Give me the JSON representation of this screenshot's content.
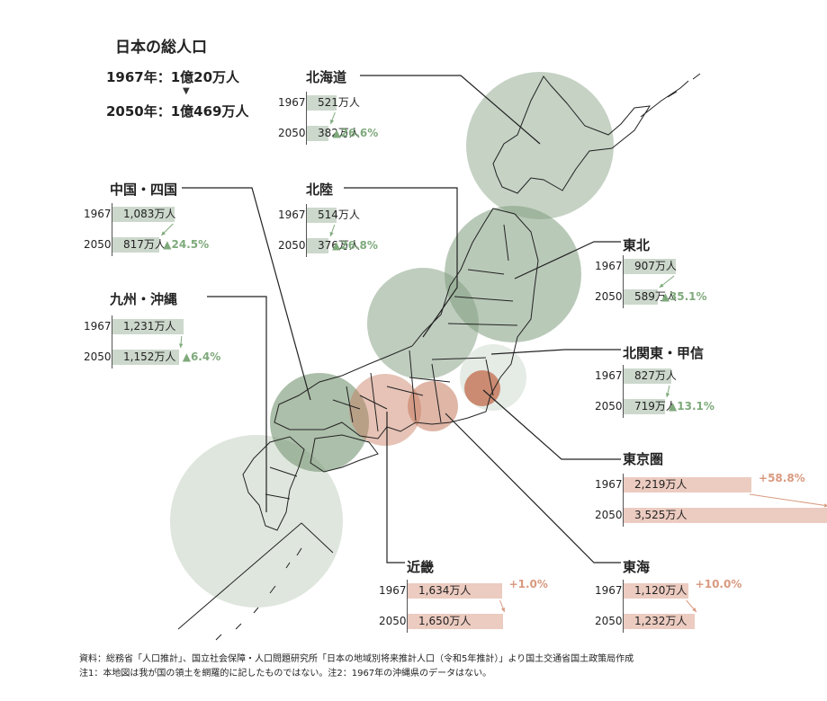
{
  "header": {
    "title": "日本の総人口",
    "total_1967": "1967年：1億20万人",
    "total_2050": "2050年：1億469万人"
  },
  "chart_data": {
    "type": "bar",
    "title": "日本の総人口",
    "unit": "万人",
    "years": [
      "1967",
      "2050"
    ],
    "regions": [
      {
        "key": "hokkaido",
        "name": "北海道",
        "v1967": 521,
        "v2050": 382,
        "label1967": "521万人",
        "label2050": "382万人",
        "change": "▲26.6%",
        "trend": "down"
      },
      {
        "key": "hokuriku",
        "name": "北陸",
        "v1967": 514,
        "v2050": 376,
        "label1967": "514万人",
        "label2050": "376万人",
        "change": "▲26.8%",
        "trend": "down"
      },
      {
        "key": "chugoku",
        "name": "中国・四国",
        "v1967": 1083,
        "v2050": 817,
        "label1967": "1,083万人",
        "label2050": "817万人",
        "change": "▲24.5%",
        "trend": "down"
      },
      {
        "key": "kyushu",
        "name": "九州・沖縄",
        "v1967": 1231,
        "v2050": 1152,
        "label1967": "1,231万人",
        "label2050": "1,152万人",
        "change": "▲6.4%",
        "trend": "down"
      },
      {
        "key": "tohoku",
        "name": "東北",
        "v1967": 907,
        "v2050": 589,
        "label1967": "907万人",
        "label2050": "589万人",
        "change": "▲35.1%",
        "trend": "down"
      },
      {
        "key": "kitakanto",
        "name": "北関東・甲信",
        "v1967": 827,
        "v2050": 719,
        "label1967": "827万人",
        "label2050": "719万人",
        "change": "▲13.1%",
        "trend": "down"
      },
      {
        "key": "tokyo",
        "name": "東京圏",
        "v1967": 2219,
        "v2050": 3525,
        "label1967": "2,219万人",
        "label2050": "3,525万人",
        "change": "+58.8%",
        "trend": "up"
      },
      {
        "key": "kinki",
        "name": "近畿",
        "v1967": 1634,
        "v2050": 1650,
        "label1967": "1,634万人",
        "label2050": "1,650万人",
        "change": "+1.0%",
        "trend": "up"
      },
      {
        "key": "tokai",
        "name": "東海",
        "v1967": 1120,
        "v2050": 1232,
        "label1967": "1,120万人",
        "label2050": "1,232万人",
        "change": "+10.0%",
        "trend": "up"
      }
    ]
  },
  "colors": {
    "decline_bar": "#cdd8cc",
    "decline_circle": "#7f9c7d",
    "decline_text": "#7faa7c",
    "growth_bar": "#eccbc0",
    "growth_circle": "#c77a5e",
    "growth_text": "#d99a80",
    "map_line": "#222222"
  },
  "footnotes": {
    "source": "資料：総務省「人口推計」、国立社会保障・人口問題研究所「日本の地域別将来推計人口（令和5年推計）」より国土交通省国土政策局作成",
    "note": "注1：本地図は我が国の領土を網羅的に記したものではない。注2：1967年の沖縄県のデータはない。"
  }
}
